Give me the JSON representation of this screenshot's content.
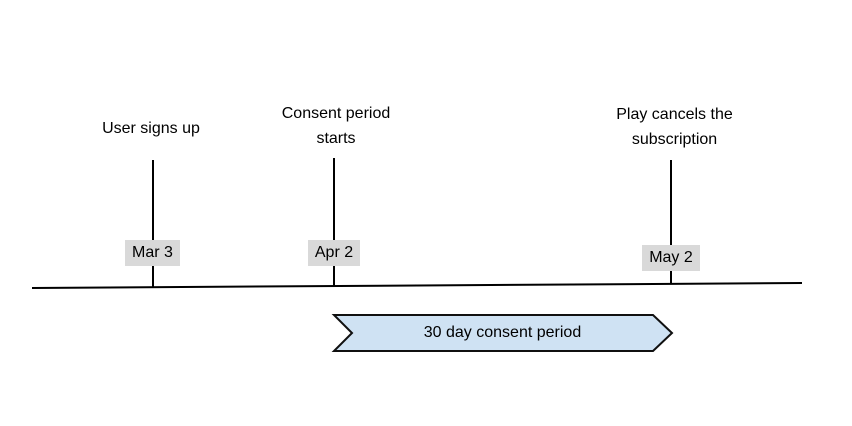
{
  "diagram": {
    "type": "timeline",
    "events": [
      {
        "title": "User signs up",
        "date": "Mar 3"
      },
      {
        "title": "Consent period starts",
        "date": "Apr 2"
      },
      {
        "title": "Play cancels the subscription",
        "date": "May 2"
      }
    ],
    "ribbon": {
      "label": "30 day consent period",
      "fill": "#cfe2f3",
      "stroke": "#101010"
    },
    "colors": {
      "baseline": "#000000",
      "tick": "#000000",
      "date_badge_bg": "#d9d9d9",
      "text": "#000000"
    }
  }
}
